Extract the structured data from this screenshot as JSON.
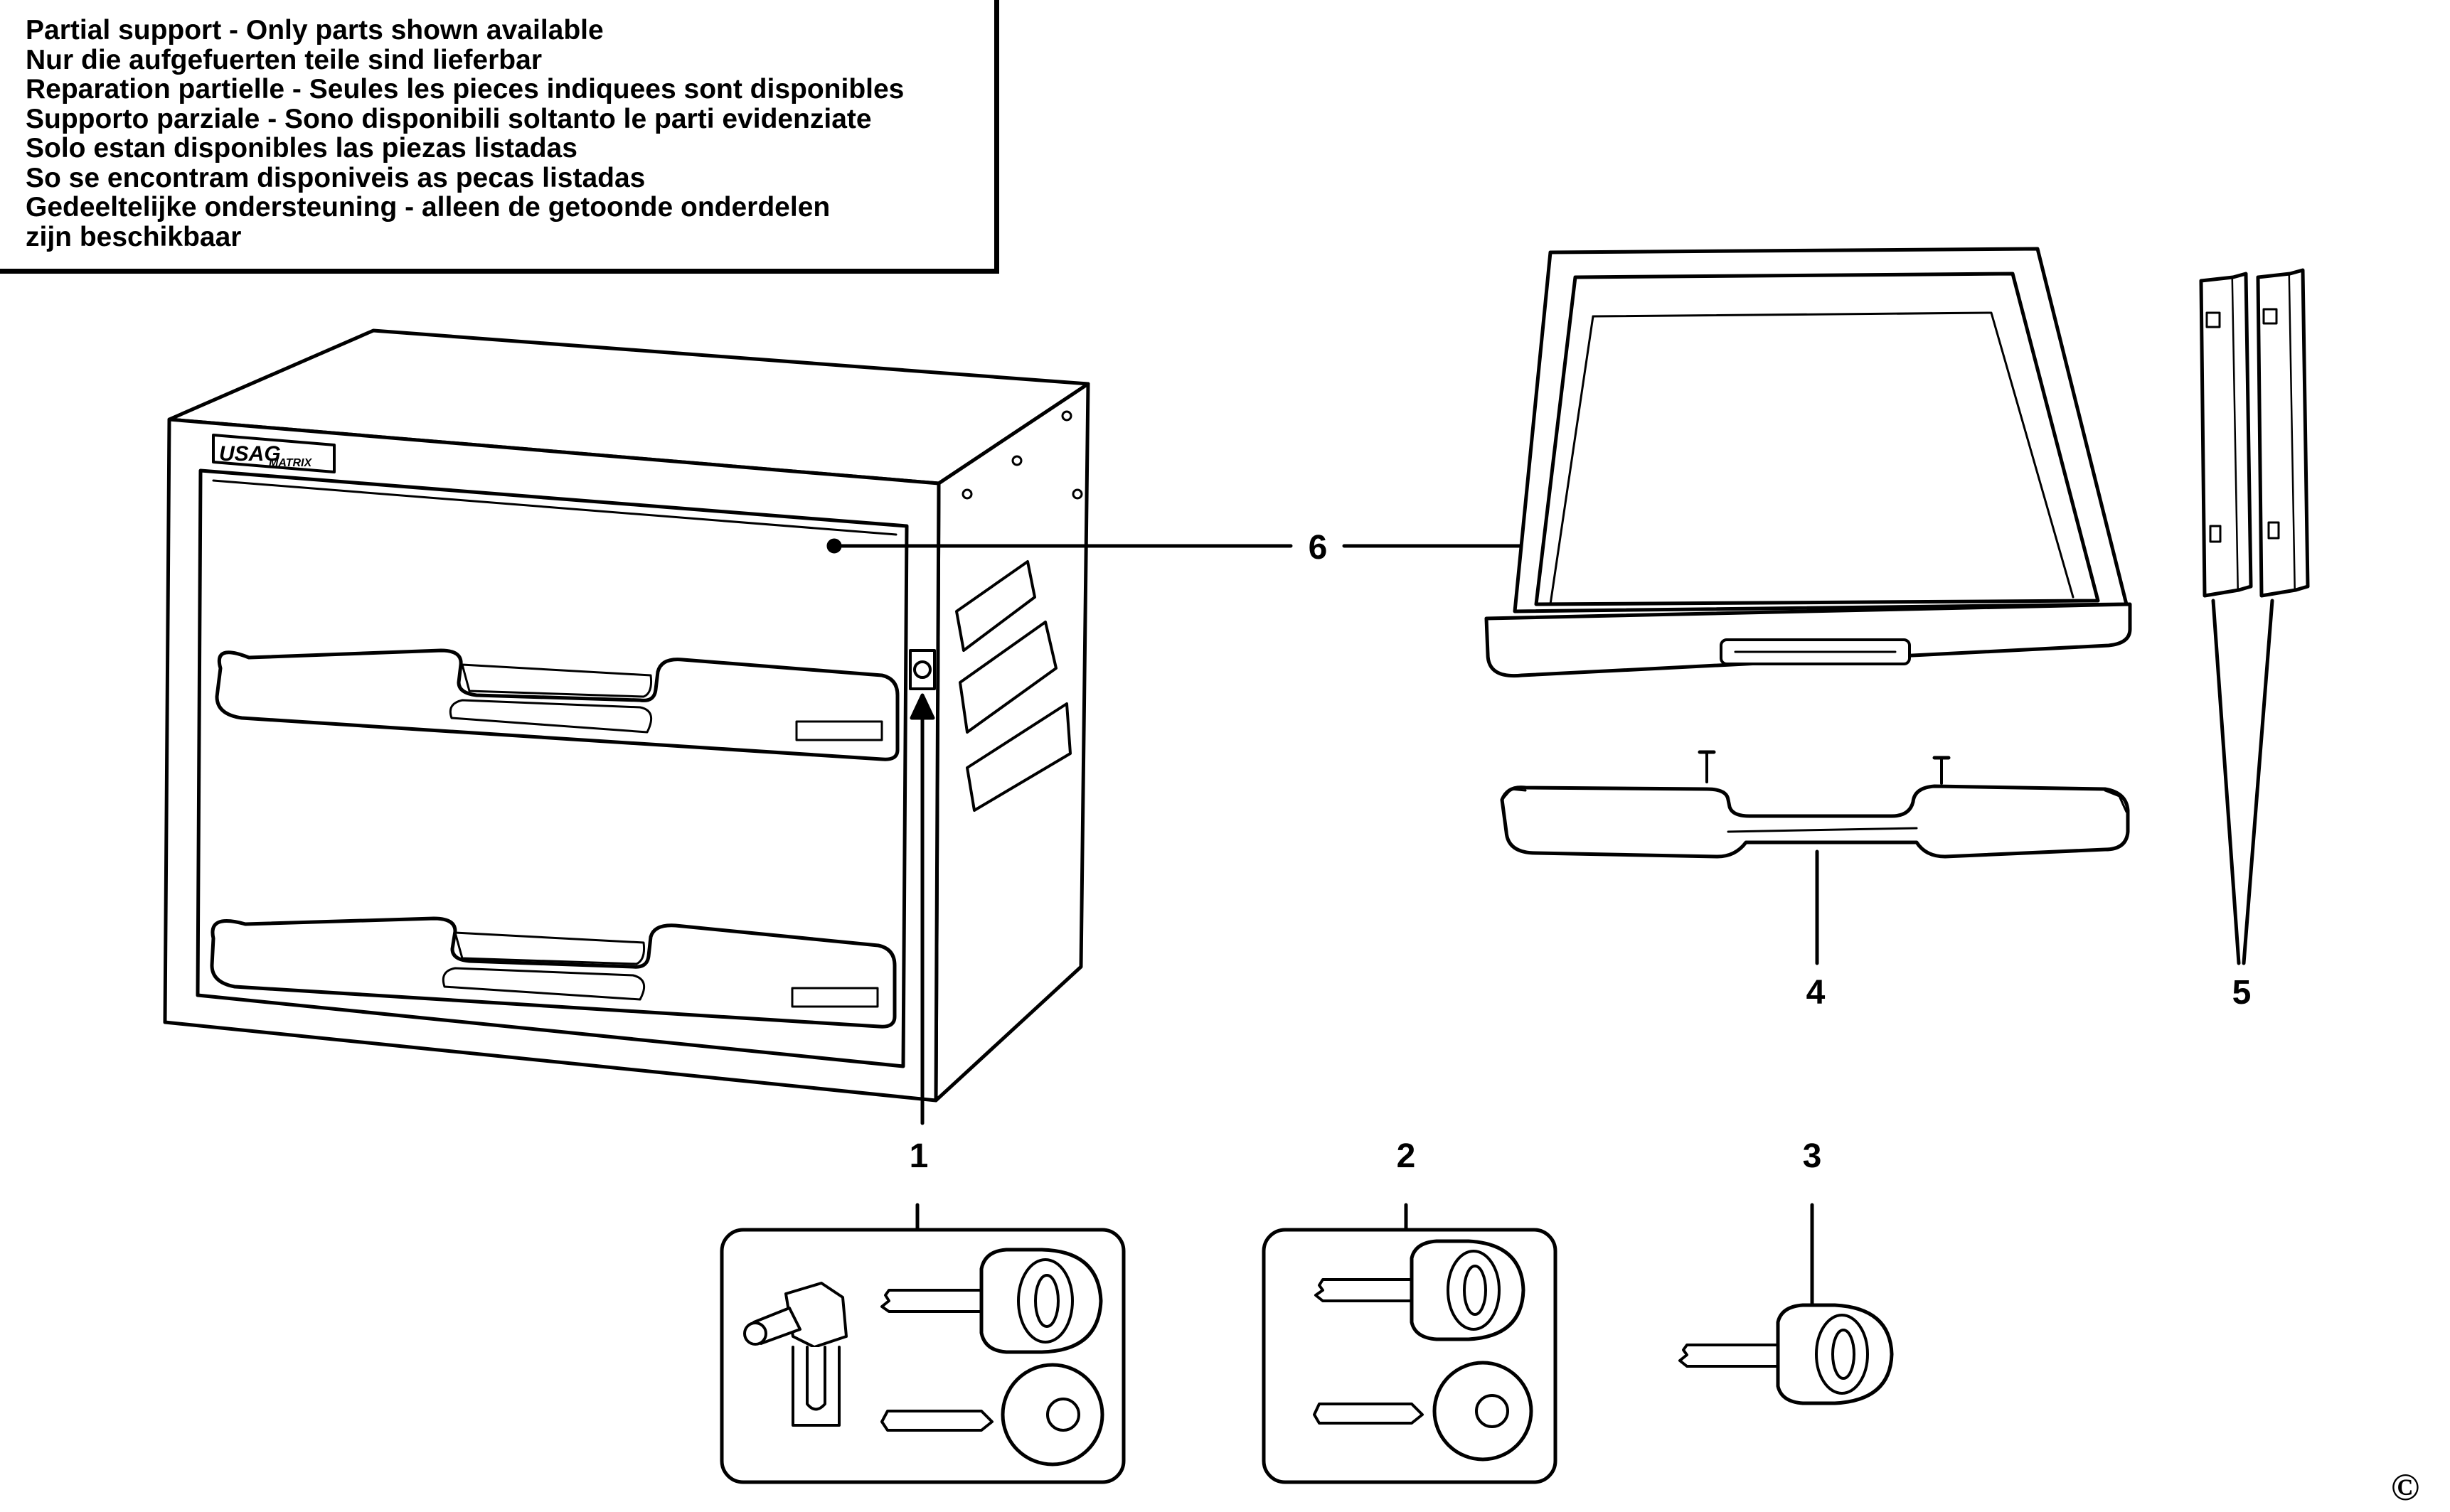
{
  "notice": {
    "lines": [
      "Partial support - Only parts shown available",
      "Nur die aufgefuerten teile sind lieferbar",
      "Reparation partielle - Seules les pieces indiquees sont disponibles",
      "Supporto parziale - Sono disponibili soltanto le parti evidenziate",
      "Solo estan disponibles las piezas listadas",
      "So se encontram disponiveis as pecas listadas",
      "Gedeeltelijke ondersteuning - alleen de getoonde onderdelen",
      "zijn beschikbaar"
    ]
  },
  "callouts": {
    "part1": "1",
    "part2": "2",
    "part3": "3",
    "part4": "4",
    "part5": "5",
    "part6": "6"
  },
  "brand": {
    "logo_main": "USAG",
    "logo_sub": "MATRIX"
  },
  "copyright_symbol": "©",
  "colors": {
    "ink": "#000000",
    "paper": "#ffffff"
  }
}
